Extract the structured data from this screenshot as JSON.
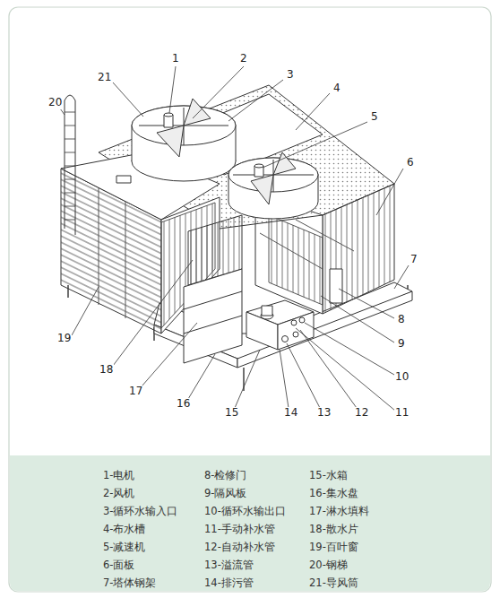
{
  "diagram": {
    "labels": [
      "1",
      "2",
      "21",
      "20",
      "3",
      "4",
      "5",
      "6",
      "7",
      "8",
      "9",
      "10",
      "11",
      "12",
      "13",
      "14",
      "15",
      "16",
      "17",
      "18",
      "19",
      "1-电机",
      "8-检修门",
      "15-水箱",
      "2-风机",
      "9-隔风板",
      "16-集水盘",
      "3-循环水输入口",
      "10-循环水输出口",
      "17-淋水填料",
      "4-布水槽",
      "11-手动补水管",
      "18-散水片",
      "5-减速机",
      "12-自动补水管",
      "19-百叶窗",
      "6-面板",
      "13-溢流管",
      "20-钢梯",
      "7-塔体钢架",
      "14-排污管",
      "21-导风筒"
    ]
  }
}
